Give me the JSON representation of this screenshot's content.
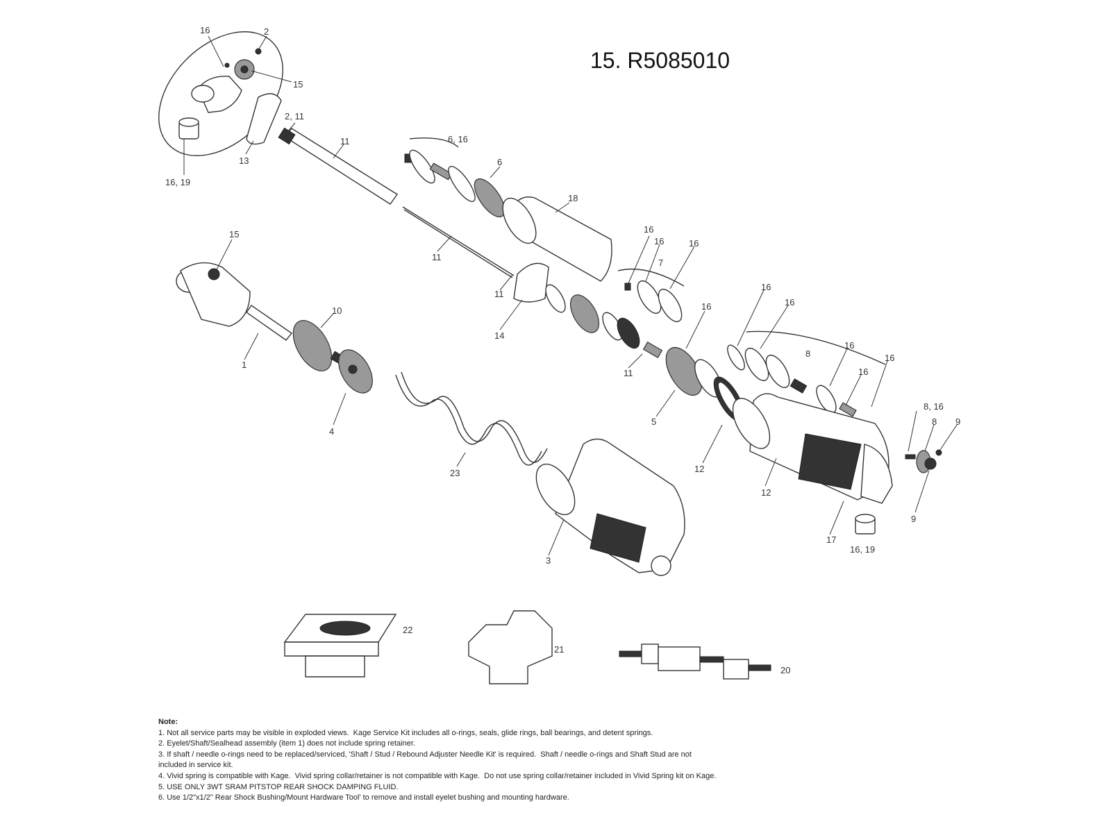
{
  "title": "15. R5085010",
  "callouts": {
    "c_16_top": "16",
    "c_2_top": "2",
    "c_15_top": "15",
    "c_2_11": "2, 11",
    "c_13": "13",
    "c_16_19_top": "16, 19",
    "c_11_shaft": "11",
    "c_6_16": "6, 16",
    "c_6": "6",
    "c_18": "18",
    "c_11_needle": "11",
    "c_11_tip": "11",
    "c_14": "14",
    "c_16_a": "16",
    "c_16_b": "16",
    "c_7": "7",
    "c_16_c": "16",
    "c_15_left": "15",
    "c_10": "10",
    "c_1": "1",
    "c_4": "4",
    "c_23": "23",
    "c_3": "3",
    "c_11_stud": "11",
    "c_16_d": "16",
    "c_5": "5",
    "c_16_e": "16",
    "c_16_f": "16",
    "c_8": "8",
    "c_16_g": "16",
    "c_16_h": "16",
    "c_16_i": "16",
    "c_12_ring": "12",
    "c_12_body": "12",
    "c_17": "17",
    "c_16_19_right": "16, 19",
    "c_8_16": "8, 16",
    "c_8_small": "8",
    "c_9_top": "9",
    "c_9_bottom": "9",
    "c_22": "22",
    "c_21": "21",
    "c_20": "20"
  },
  "notes": {
    "heading": "Note:",
    "items": [
      "1. Not all service parts may be visible in exploded views.  Kage Service Kit includes all o-rings, seals, glide rings, ball bearings, and detent springs.",
      "2. Eyelet/Shaft/Sealhead assembly (item 1) does not include spring retainer.",
      "3. If shaft / needle o-rings need to be replaced/serviced, 'Shaft / Stud / Rebound Adjuster Needle Kit' is required.  Shaft / needle o-rings and Shaft Stud are not\nincluded in service kit.",
      "4. Vivid spring is compatible with Kage.  Vivid spring collar/retainer is not compatible with Kage.  Do not use spring collar/retainer included in Vivid Spring kit on Kage.",
      "5. USE ONLY 3WT SRAM PITSTOP REAR SHOCK DAMPING FLUID.",
      "6. Use 1/2\"x1/2\" Rear Shock Bushing/Mount Hardware Tool' to remove and install eyelet bushing and mounting hardware."
    ]
  }
}
